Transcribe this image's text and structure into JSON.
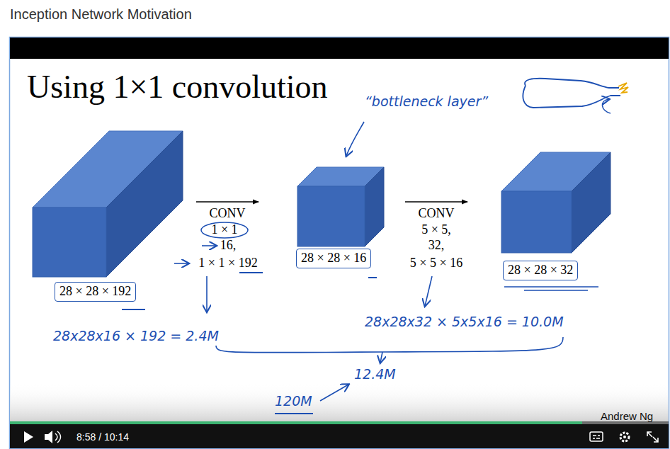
{
  "diagram": {
    "title": "Using 1×1 convolution",
    "nodes": [
      {
        "text": [
          "28 × 28 × 192"
        ]
      },
      {
        "text": [
          "28 × 28 × 16"
        ]
      },
      {
        "text": [
          "28 × 28 × 32"
        ]
      }
    ],
    "edges": [
      {
        "from": 0,
        "to": 1,
        "arrow": "to",
        "label": "CONV"
      },
      {
        "from": 1,
        "to": 2,
        "arrow": "to",
        "label": "CONV"
      }
    ],
    "labels": [
      "Inception Network Motivation",
      "“bottleneck layer”",
      "1 × 1",
      "16,",
      "1 × 1 × 192",
      "5 × 5,",
      "32,",
      "5 × 5 × 16",
      "28x28x16 × 192 = 2.4M",
      "28x28x32 × 5x5x16 = 10.0M",
      "12.4M",
      "120M",
      "Andrew Ng",
      "8:58 / 10:14"
    ]
  }
}
